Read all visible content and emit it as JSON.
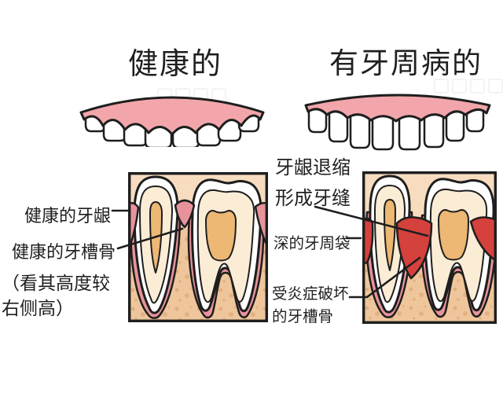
{
  "figure": {
    "healthy": {
      "title": "健康的",
      "label_gum": "健康的牙龈",
      "label_bone_line1": "健康的牙槽骨",
      "label_bone_line2": "（看其高度较",
      "label_bone_line3": "右侧高）"
    },
    "diseased": {
      "title": "有牙周病的",
      "label_recession_line1": "牙龈退缩",
      "label_recession_line2": "形成牙缝",
      "label_pocket": "深的牙周袋",
      "label_bone_line1": "受炎症破坏",
      "label_bone_line2": "的牙槽骨"
    }
  },
  "colors": {
    "ink": "#1f1f1f",
    "outline": "#1e1e1e",
    "gum-pink": "#f2a6ab",
    "ligament-pink": "#e8939b",
    "enamel-white": "#ffffff",
    "dentin-cream": "#fbecd6",
    "pulp-orange": "#ecb874",
    "tissue-light": "#f7dcc0",
    "bone-tan": "#efc69c",
    "bone-speckle": "#d39a66",
    "inflamed-red": "#d5413c"
  }
}
